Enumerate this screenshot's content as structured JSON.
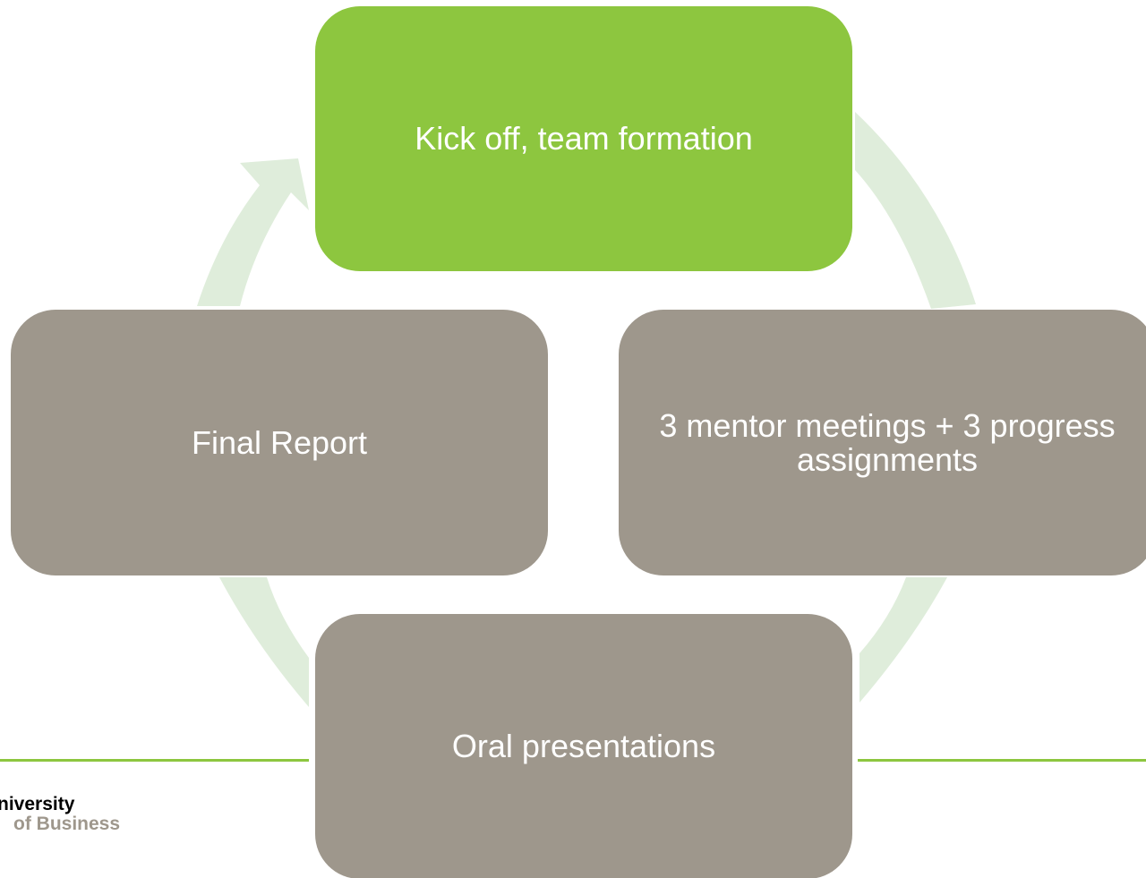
{
  "colors": {
    "active_box": "#8dc63f",
    "inactive_box": "#9e978c",
    "cycle_ring": "#dfeddb",
    "rule_line": "#8dc63f",
    "box_text": "#ffffff"
  },
  "cycle": {
    "steps": [
      {
        "label": "Kick off, team formation",
        "state": "active"
      },
      {
        "label": "3 mentor meetings + 3 progress assignments",
        "state": "inactive"
      },
      {
        "label": "Oral presentations",
        "state": "inactive"
      },
      {
        "label": "Final Report",
        "state": "inactive"
      }
    ]
  },
  "logo": {
    "line1": "niversity",
    "line2": "of Business"
  }
}
